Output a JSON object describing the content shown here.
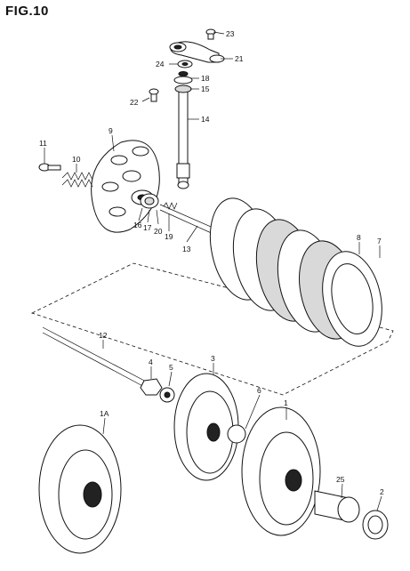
{
  "figure": {
    "title": "FIG.10"
  },
  "callouts": [
    {
      "id": "c23",
      "text": "23"
    },
    {
      "id": "c21",
      "text": "21"
    },
    {
      "id": "c24",
      "text": "24"
    },
    {
      "id": "c18",
      "text": "18"
    },
    {
      "id": "c15",
      "text": "15"
    },
    {
      "id": "c22",
      "text": "22"
    },
    {
      "id": "c14",
      "text": "14"
    },
    {
      "id": "c9",
      "text": "9"
    },
    {
      "id": "c11",
      "text": "11"
    },
    {
      "id": "c10",
      "text": "10"
    },
    {
      "id": "c16",
      "text": "16"
    },
    {
      "id": "c17",
      "text": "17"
    },
    {
      "id": "c20",
      "text": "20"
    },
    {
      "id": "c19",
      "text": "19"
    },
    {
      "id": "c13",
      "text": "13"
    },
    {
      "id": "c8",
      "text": "8"
    },
    {
      "id": "c7",
      "text": "7"
    },
    {
      "id": "c12",
      "text": "12"
    },
    {
      "id": "c4",
      "text": "4"
    },
    {
      "id": "c5",
      "text": "5"
    },
    {
      "id": "c3",
      "text": "3"
    },
    {
      "id": "c6",
      "text": "6"
    },
    {
      "id": "c1",
      "text": "1"
    },
    {
      "id": "c1A",
      "text": "1A"
    },
    {
      "id": "c25",
      "text": "25"
    },
    {
      "id": "c2",
      "text": "2"
    }
  ]
}
